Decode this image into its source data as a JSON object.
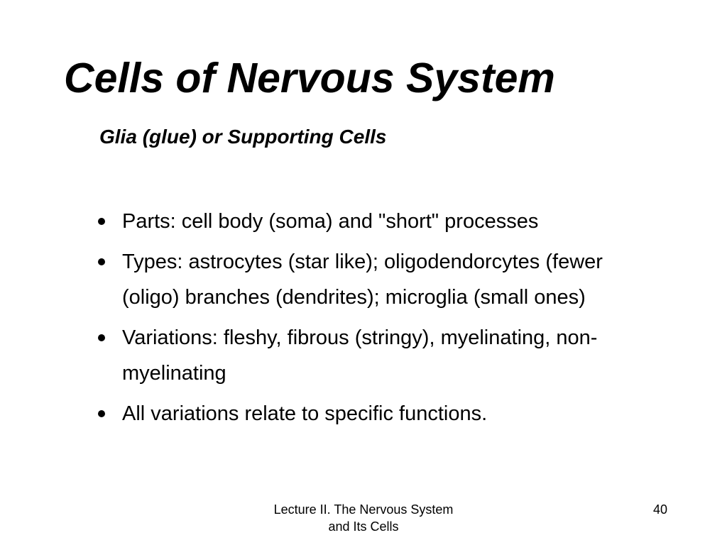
{
  "slide": {
    "title": "Cells of Nervous System",
    "subtitle": "Glia (glue) or Supporting Cells",
    "bullets": [
      "Parts: cell body (soma) and \"short\" processes",
      "Types: astrocytes (star like); oligodendorcytes (fewer (oligo) branches (dendrites);  microglia (small ones)",
      "Variations: fleshy, fibrous (stringy), myelinating, non-myelinating",
      "All variations relate to specific functions."
    ],
    "footer": {
      "line1": "Lecture II. The Nervous System",
      "line2": "and Its Cells",
      "page_number": "40"
    }
  },
  "colors": {
    "background": "#ffffff",
    "text": "#000000"
  }
}
